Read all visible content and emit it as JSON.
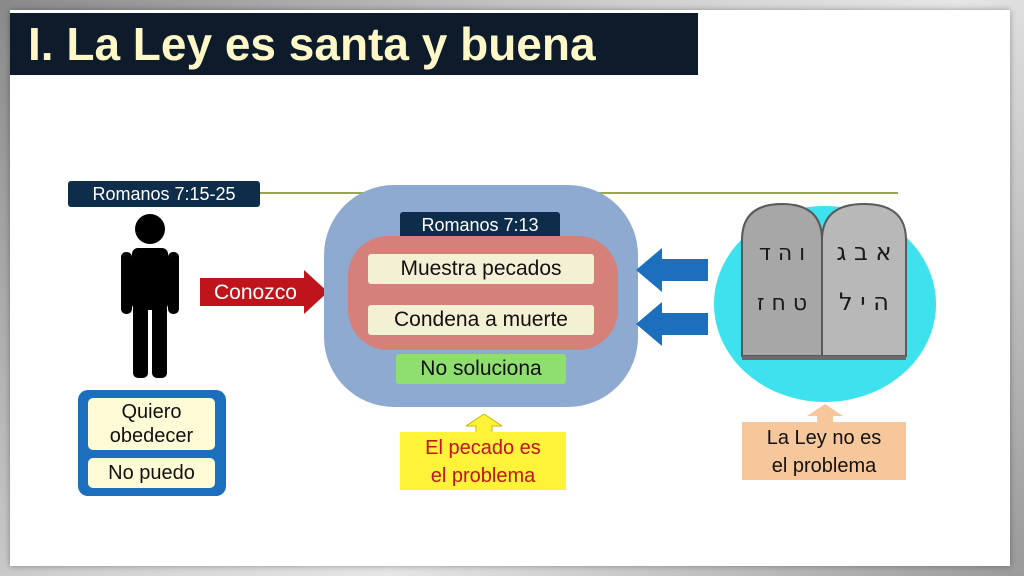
{
  "title": "I. La Ley es santa y buena",
  "references": {
    "left": "Romanos 7:15-25",
    "center": "Romanos 7:13"
  },
  "person": {
    "arrow_label": "Conozco",
    "wants_line1": "Quiero",
    "wants_line2": "obedecer",
    "cannot": "No puedo"
  },
  "law_effects": {
    "shows": "Muestra pecados",
    "condemns": "Condena a muerte",
    "no_solution": "No soluciona"
  },
  "conclusions": {
    "sin_line1": "El pecado es",
    "sin_line2": "el problema",
    "law_line1": "La Ley no es",
    "law_line2": "el problema"
  },
  "tablets": {
    "left_letters": "ו ה ד ט ח ז",
    "right_letters": "א ב ג ה י ל"
  },
  "colors": {
    "title_bg": "#0d1b2a",
    "title_text": "#fff7c8",
    "arrow_red": "#c0141c",
    "arrow_blue": "#1b6fbd",
    "blob_blue": "#8eaad0",
    "inner_red": "#d6807a",
    "cyan": "#3de2ee",
    "yellow": "#fff33a",
    "peach": "#f6c79a"
  }
}
